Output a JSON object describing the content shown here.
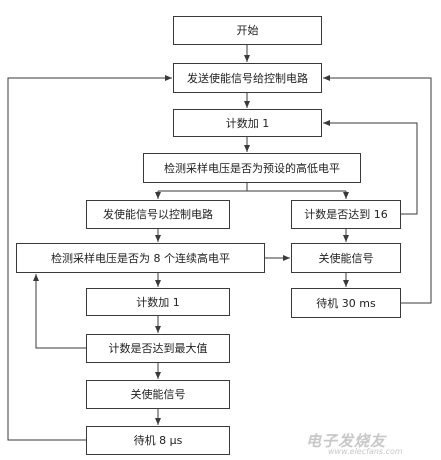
{
  "flowchart": {
    "start": "开始",
    "send_enable": "发送使能信号给控制电路",
    "count_add_1_top": "计数加 1",
    "detect_preset": "检测采样电压是否为预设的高低电平",
    "send_enable_control": "发使能信号以控制电路",
    "count_reach_16": "计数是否达到 16",
    "detect_8_high": "检测采样电压是否为 8 个连续高电平",
    "disable_signal_right": "关使能信号",
    "count_add_1": "计数加 1",
    "standby_30ms": "待机 30 ms",
    "count_reach_max": "计数是否达到最大值",
    "disable_signal": "关使能信号",
    "standby_8us": "待机 8 μs"
  },
  "watermark": {
    "logo": "电子发烧友",
    "url": "www.elecfans.com"
  },
  "colors": {
    "line": "#3a3a3a",
    "box_border": "#3a3a3a",
    "text": "#222222",
    "watermark": "#c8c8c8"
  }
}
